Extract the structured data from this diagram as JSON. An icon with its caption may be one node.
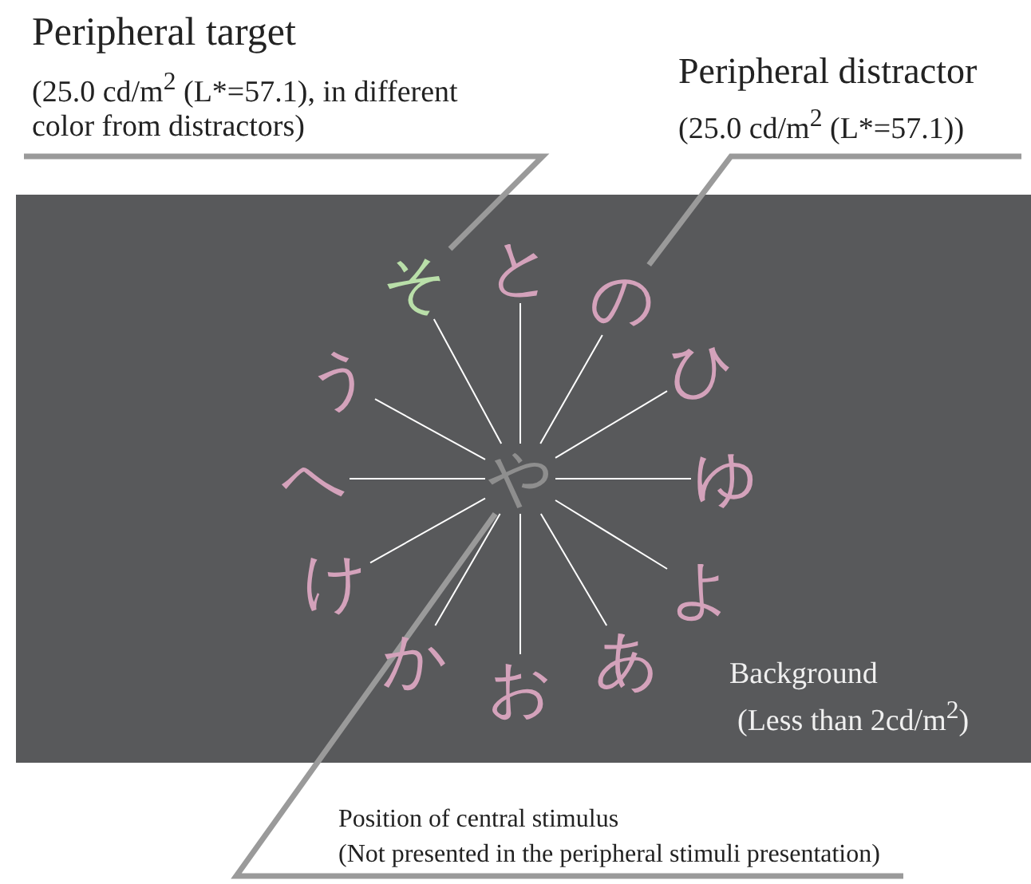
{
  "diagram": {
    "nodes": [
      {
        "text": [
          "Peripheral target",
          "(25.0 cd/m$^{2}$ (L*=57.1), in different color from distractors)"
        ]
      },
      {
        "text": [
          "Peripheral distractor",
          "(25.0 cd/m$^{2}$ (L*=57.1))"
        ]
      },
      {
        "text": [
          "Background",
          "(Less than 2cd/m$^{2}$)"
        ]
      },
      {
        "text": [
          "そ"
        ],
        "in": 2
      },
      {
        "text": [
          "と"
        ],
        "in": 2
      },
      {
        "text": [
          "の"
        ],
        "in": 2
      },
      {
        "text": [
          "う"
        ],
        "in": 2
      },
      {
        "text": [
          "ひ"
        ],
        "in": 2
      },
      {
        "text": [
          "へ"
        ],
        "in": 2
      },
      {
        "text": [
          "や"
        ],
        "in": 2
      },
      {
        "text": [
          "ゆ"
        ],
        "in": 2
      },
      {
        "text": [
          "け"
        ],
        "in": 2
      },
      {
        "text": [
          "よ"
        ],
        "in": 2
      },
      {
        "text": [
          "か"
        ],
        "in": 2
      },
      {
        "text": [
          "あ"
        ],
        "in": 2
      },
      {
        "text": [
          "お"
        ],
        "in": 2
      },
      {
        "text": [
          "Position of central stimulus",
          "(Not presented in the peripheral stimuli presentation)"
        ]
      }
    ],
    "edges": [
      {
        "from": 0,
        "to": 3,
        "arrow": "none",
        "style": "thick",
        "color": "#9a9a9a"
      },
      {
        "from": 1,
        "to": 5,
        "arrow": "none",
        "style": "thick",
        "color": "#9a9a9a"
      },
      {
        "from": 9,
        "to": 4,
        "arrow": "none"
      },
      {
        "from": 9,
        "to": 5,
        "arrow": "none"
      },
      {
        "from": 9,
        "to": 7,
        "arrow": "none"
      },
      {
        "from": 9,
        "to": 10,
        "arrow": "none"
      },
      {
        "from": 9,
        "to": 12,
        "arrow": "none"
      },
      {
        "from": 9,
        "to": 14,
        "arrow": "none"
      },
      {
        "from": 9,
        "to": 15,
        "arrow": "none"
      },
      {
        "from": 9,
        "to": 13,
        "arrow": "none"
      },
      {
        "from": 9,
        "to": 11,
        "arrow": "none"
      },
      {
        "from": 9,
        "to": 8,
        "arrow": "none"
      },
      {
        "from": 9,
        "to": 6,
        "arrow": "none"
      },
      {
        "from": 9,
        "to": 3,
        "arrow": "none"
      },
      {
        "from": 16,
        "to": 9,
        "arrow": "none",
        "style": "thick",
        "color": "#9a9a9a"
      }
    ]
  }
}
